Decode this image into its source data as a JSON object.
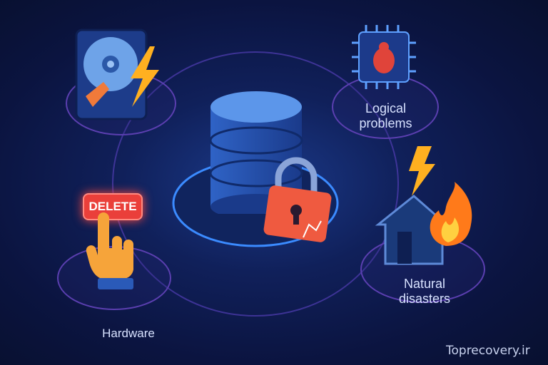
{
  "labels": {
    "delete_button": "DELETE",
    "logical": "Logical\nproblems",
    "natural": "Natural\ndisasters",
    "hardware": "Hardware",
    "watermark": "Toprecovery.ir"
  },
  "colors": {
    "background": "#0b1440",
    "accent": "#3b7bff",
    "danger": "#ef4b3b",
    "lightning": "#ffb020"
  }
}
